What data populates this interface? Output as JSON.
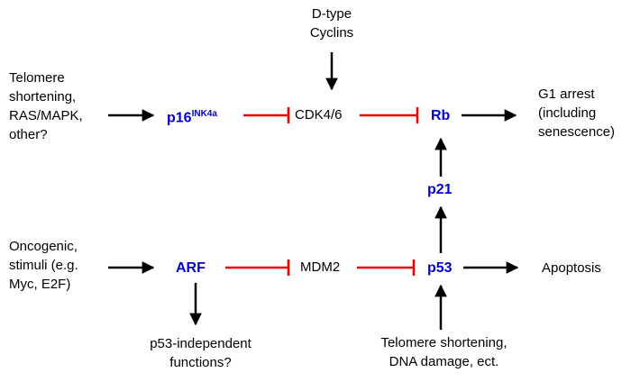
{
  "colors": {
    "gene_blue": "#0000cd",
    "inhibit_red": "#ee0000",
    "arrow_black": "#000000",
    "background": "#ffffff"
  },
  "diagram": {
    "dtype_cyclins": "D-type\nCyclins",
    "upstream_top": "Telomere\nshortening,\nRAS/MAPK,\nother?",
    "p16_base": "p16",
    "p16_sup": "INK4a",
    "cdk46": "CDK4/6",
    "rb": "Rb",
    "g1_arrest": "G1 arrest\n(including\nsenescence)",
    "p21": "p21",
    "upstream_bottom": "Oncogenic,\nstimuli (e.g.\nMyc, E2F)",
    "arf": "ARF",
    "mdm2": "MDM2",
    "p53": "p53",
    "apoptosis": "Apoptosis",
    "arf_downstream": "p53-independent\nfunctions?",
    "p53_upstream": "Telomere shortening,\nDNA damage, ect."
  }
}
